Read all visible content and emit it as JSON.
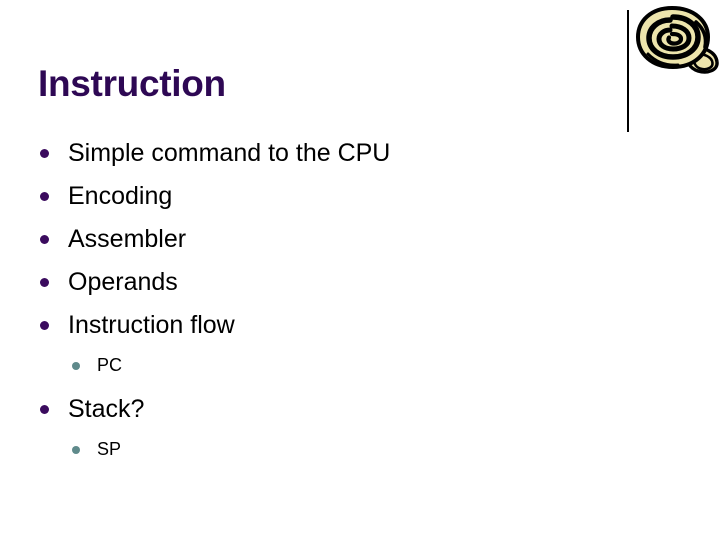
{
  "slide": {
    "title": "Instruction",
    "title_color": "#2E0854",
    "background_color": "#FFFFFF",
    "bullet_color_level1": "#3B0B5E",
    "bullet_color_level2": "#5F8A8B",
    "text_color": "#000000"
  },
  "ornament": {
    "name": "rolled-scroll-spiral",
    "fill_color": "#EDE4AC",
    "outline_color": "#000000",
    "rule_color": "#000000"
  },
  "bullets": [
    {
      "level": 1,
      "text": "Simple command to the CPU"
    },
    {
      "level": 1,
      "text": "Encoding"
    },
    {
      "level": 1,
      "text": "Assembler"
    },
    {
      "level": 1,
      "text": "Operands"
    },
    {
      "level": 1,
      "text": "Instruction flow"
    },
    {
      "level": 2,
      "text": "PC"
    },
    {
      "level": 1,
      "text": "Stack?"
    },
    {
      "level": 2,
      "text": "SP"
    }
  ]
}
